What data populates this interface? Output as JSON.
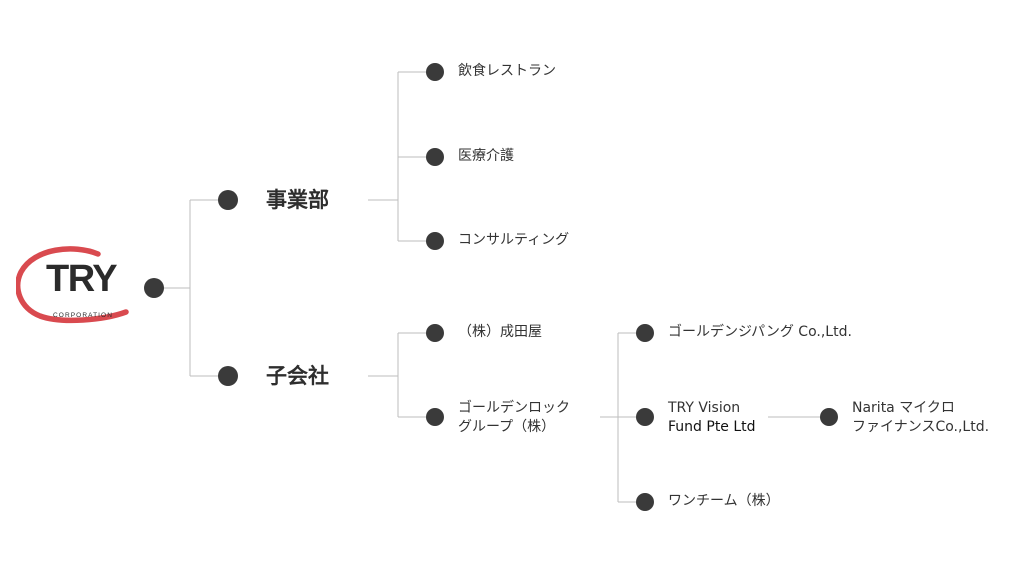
{
  "logo": {
    "wordmark": "TRY",
    "tagline": "CORPORATION",
    "accent_color": "#d94a4f"
  },
  "branches": {
    "business": {
      "label": "事業部",
      "items": [
        "飲食レストラン",
        "医療介護",
        "コンサルティング"
      ]
    },
    "subsidiaries": {
      "label": "子会社",
      "items": [
        {
          "label": "（株）成田屋"
        },
        {
          "label_line1": "ゴールデンロック",
          "label_line2": "グループ（株）"
        }
      ],
      "golden_rock_children": [
        {
          "label": "ゴールデンジパング Co.,Ltd."
        },
        {
          "label_line1": "TRY Vision",
          "label_line2": "Fund Pte Ltd"
        },
        {
          "label": "ワンチーム（株）"
        }
      ],
      "try_vision_children": [
        {
          "label_line1": "Narita マイクロ",
          "label_line2": "ファイナンスCo.,Ltd."
        }
      ]
    }
  }
}
